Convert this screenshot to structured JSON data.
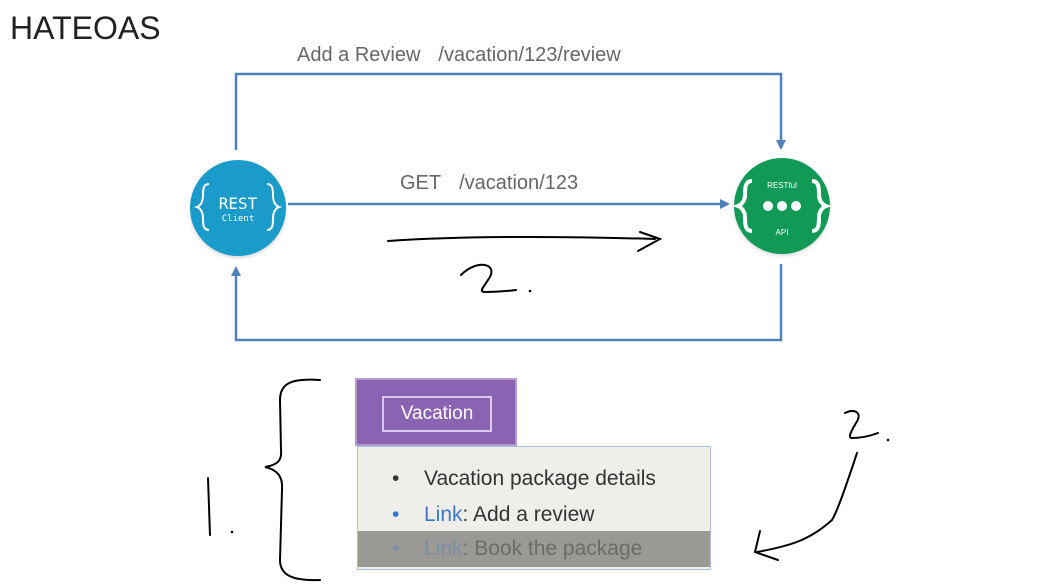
{
  "title": "HATEOAS",
  "flows": {
    "review": {
      "method": "Add a Review",
      "path": "/vacation/123/review"
    },
    "get": {
      "method": "GET",
      "path": "/vacation/123"
    }
  },
  "client": {
    "main": "REST",
    "sub": "Client"
  },
  "api": {
    "top": "RESTful",
    "bottom": "API"
  },
  "resource": {
    "name": "Vacation",
    "items": [
      {
        "bullet": "•",
        "link": "",
        "text": "Vacation package details"
      },
      {
        "bullet": "•",
        "link": "Link",
        "text": ": Add a review"
      },
      {
        "bullet": "•",
        "link": "Link",
        "text": ": Book the package"
      }
    ]
  },
  "annotations": {
    "step_two_mid": "2.",
    "step_one": "1.",
    "step_two_right": "2."
  },
  "colors": {
    "arrow": "#4f81bd",
    "client": "#1a9bc9",
    "api": "#109a55",
    "resource": "#8b63b3",
    "ink": "#000000"
  }
}
